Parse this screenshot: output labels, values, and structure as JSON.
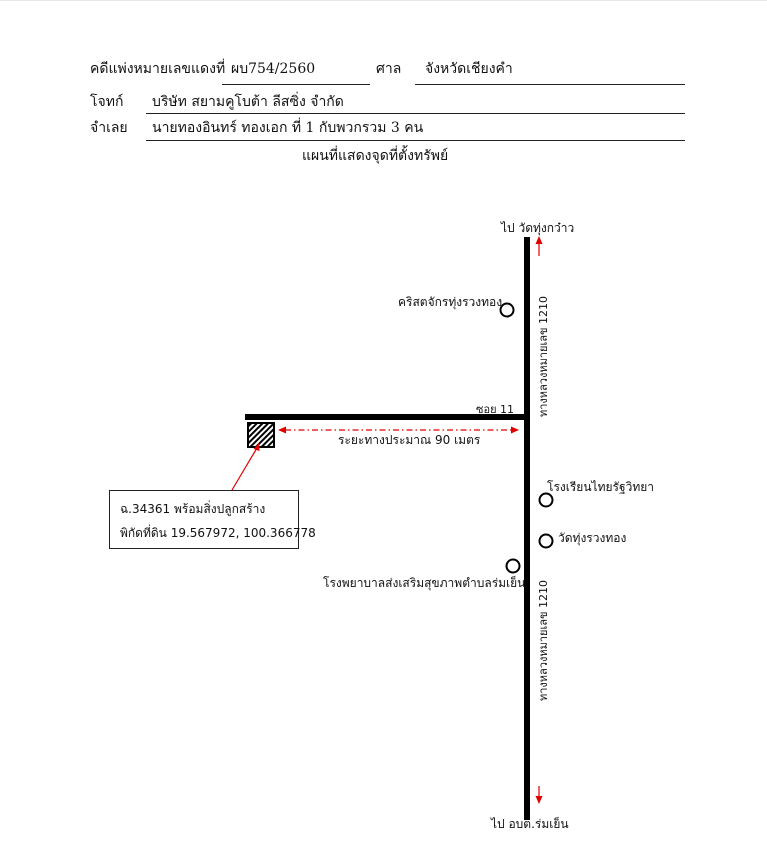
{
  "header": {
    "case_label": "คดีแพ่งหมายเลขแดงที่",
    "case_number": "ผบ754/2560",
    "court_label": "ศาล",
    "court_name": "จังหวัดเชียงคำ",
    "plaintiff_label": "โจทก์",
    "plaintiff_name": "บริษัท สยามคูโบต้า ลีสซิ่ง จำกัด",
    "defendant_label": "จำเลย",
    "defendant_name": "นายทองอินทร์ ทองเอก  ที่ 1 กับพวกรวม 3 คน"
  },
  "title": "แผนที่แสดงจุดที่ตั้งทรัพย์",
  "map": {
    "north_destination": "ไป วัดทุ่งกว๋าว",
    "south_destination": "ไป อบต.ร่มเย็น",
    "soi_label": "ซอย 11",
    "highway_label_upper": "ทางหลวงหมายเลข 1210",
    "highway_label_lower": "ทางหลวงหมายเลข 1210",
    "distance_label": "ระยะทางประมาณ 90 เมตร",
    "landmarks": {
      "church": "คริสตจักรทุ่งรวงทอง",
      "school": "โรงเรียนไทยรัฐวิทยา",
      "temple": "วัดทุ่งรวงทอง",
      "hospital": "โรงพยาบาลส่งเสริมสุขภาพตำบลร่มเย็น"
    },
    "property_info": {
      "line1": "ฉ.34361 พร้อมสิ่งปลูกสร้าง",
      "line2": "พิกัดที่ดิน 19.567972, 100.366778"
    },
    "colors": {
      "road": "#000000",
      "arrow": "#e00000",
      "text": "#111111"
    }
  }
}
